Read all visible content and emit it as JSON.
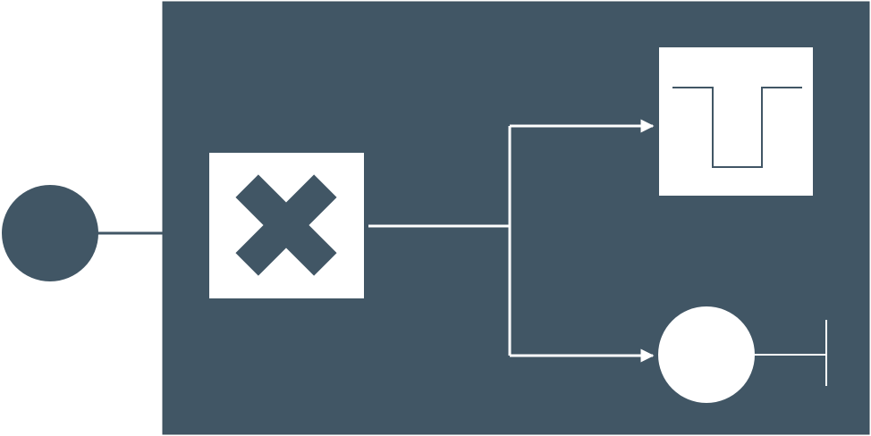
{
  "diagram": {
    "colors": {
      "panel": "#415665",
      "node_fill": "#ffffff",
      "line_dark": "#415665",
      "line_light": "#ffffff"
    },
    "nodes": [
      {
        "id": "source",
        "shape": "circle",
        "icon": "none"
      },
      {
        "id": "multiplier",
        "shape": "square",
        "icon": "cross-icon"
      },
      {
        "id": "pulse",
        "shape": "square",
        "icon": "pulse-waveform-icon"
      },
      {
        "id": "sink",
        "shape": "circle",
        "icon": "none"
      }
    ],
    "edges": [
      {
        "from": "source",
        "to": "multiplier",
        "arrow": false
      },
      {
        "from": "multiplier",
        "to": "pulse",
        "arrow": true
      },
      {
        "from": "multiplier",
        "to": "sink",
        "arrow": true
      }
    ],
    "terminator": {
      "after": "sink",
      "icon": "terminator-icon"
    }
  }
}
